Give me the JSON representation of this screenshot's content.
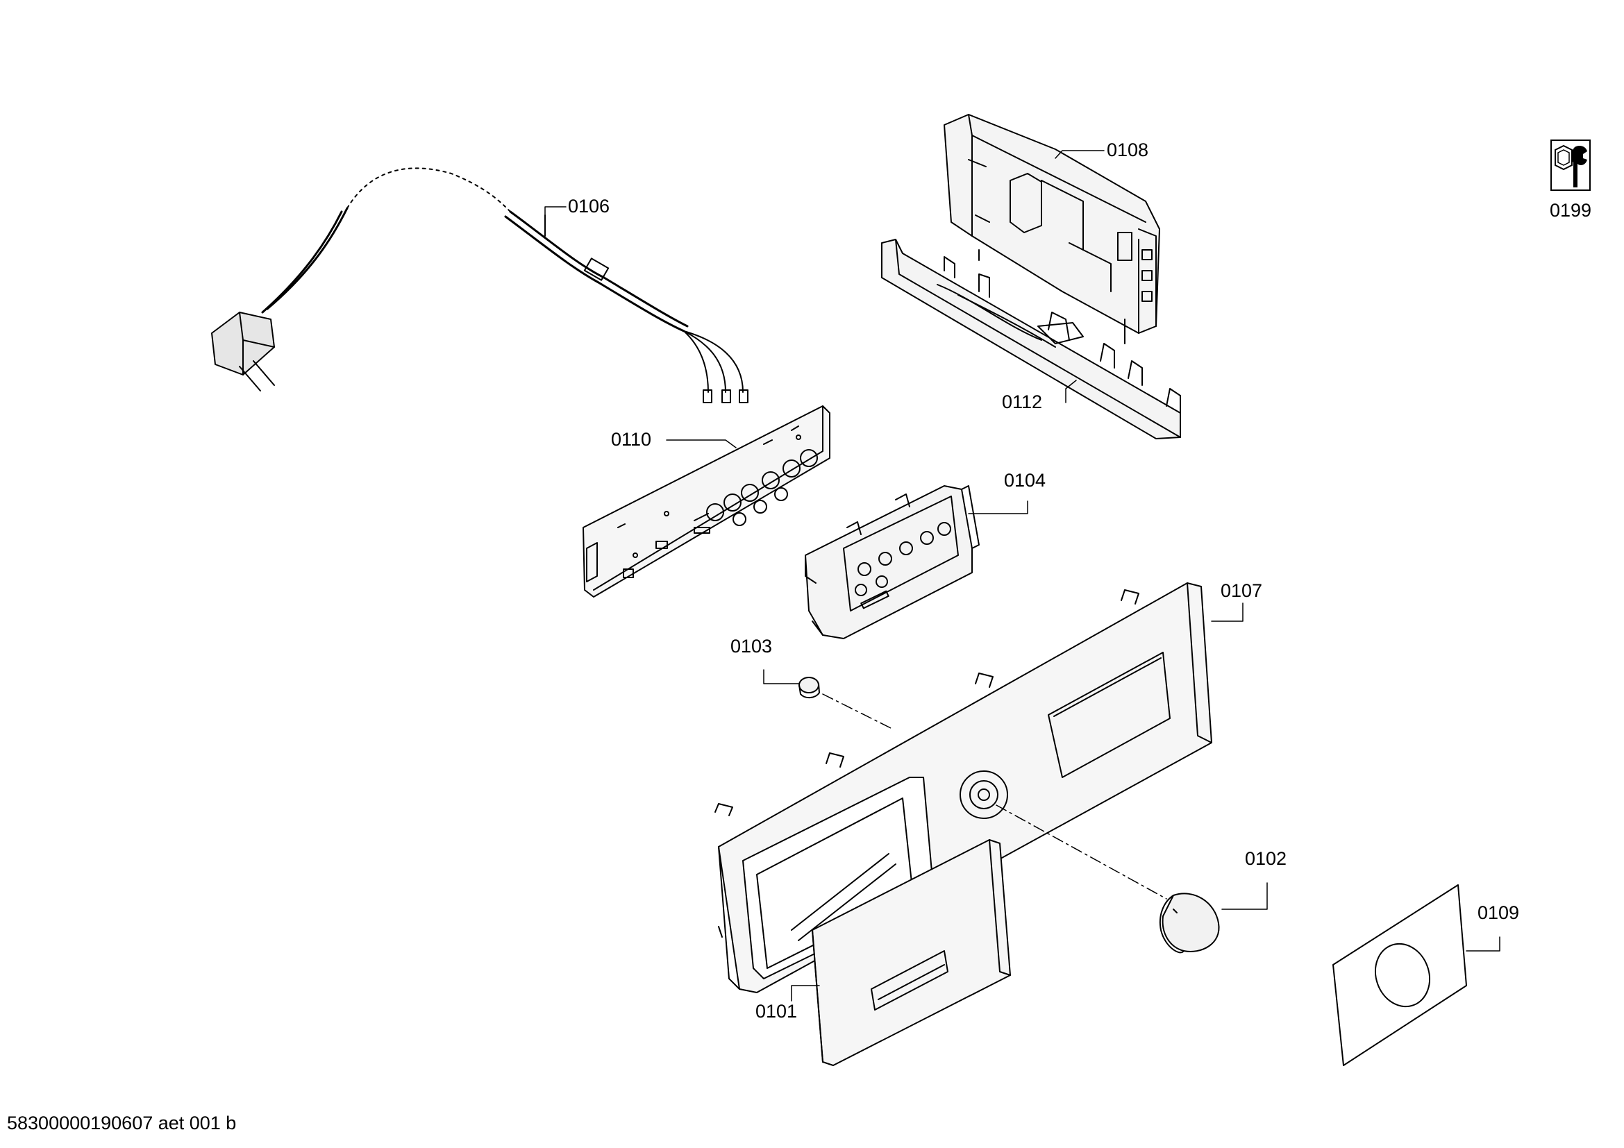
{
  "diagram": {
    "part_labels": {
      "p0101": "0101",
      "p0102": "0102",
      "p0103": "0103",
      "p0104": "0104",
      "p0106": "0106",
      "p0107": "0107",
      "p0108": "0108",
      "p0109": "0109",
      "p0110": "0110",
      "p0112": "0112",
      "p0199": "0199"
    },
    "footer_code": "58300000190607 aet 001 b",
    "colors": {
      "line": "#000000",
      "background": "#ffffff",
      "shade": "#e6e6e6"
    },
    "icons": {
      "service_icon": "wrench-nut-icon"
    }
  }
}
